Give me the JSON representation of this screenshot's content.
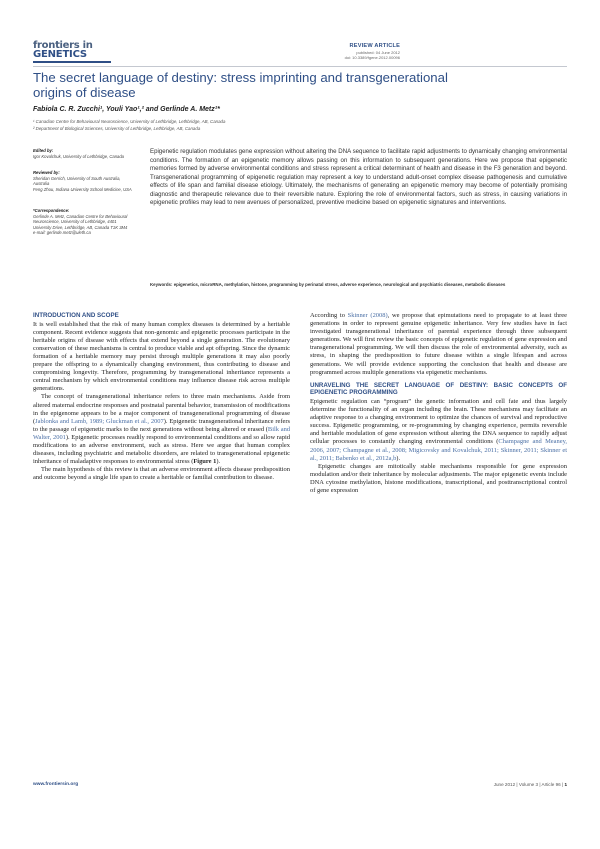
{
  "journal": {
    "logo_line1": "frontiers in",
    "logo_line2": "GENETICS"
  },
  "article": {
    "type": "REVIEW ARTICLE",
    "published": "published: 04 June 2012",
    "doi": "doi: 10.3389/fgene.2012.00096"
  },
  "title": "The secret language of destiny: stress imprinting and transgenerational origins of disease",
  "authors": "Fabiola C. R. Zucchi¹, Youli Yao¹,² and Gerlinde A. Metz¹*",
  "affiliations": [
    "¹ Canadian Centre for Behavioural Neuroscience, University of Lethbridge, Lethbridge, AB, Canada",
    "² Department of Biological Sciences, University of Lethbridge, Lethbridge, AB, Canada"
  ],
  "sidebar": {
    "edited_label": "Edited by:",
    "edited_value": "Igor Kovalchuk, University of Lethbridge, Canada",
    "reviewed_label": "Reviewed by:",
    "reviewed_value_1": "Sheridan Gerrich, University of South Australia, Australia",
    "reviewed_value_2": "Feng Zhou, Indiana University School Medicine, USA",
    "correspondence_label": "*Correspondence:",
    "correspondence_value": "Gerlinde A. Metz, Canadian Centre for Behavioural Neuroscience, University of Lethbridge, 4401 University Drive, Lethbridge, AB, Canada T1K 3M4",
    "email": "e-mail: gerlinde.metz@uleth.ca"
  },
  "abstract": "Epigenetic regulation modulates gene expression without altering the DNA sequence to facilitate rapid adjustments to dynamically changing environmental conditions. The formation of an epigenetic memory allows passing on this information to subsequent generations. Here we propose that epigenetic memories formed by adverse environmental conditions and stress represent a critical determinant of health and disease in the F3 generation and beyond. Transgenerational programming of epigenetic regulation may represent a key to understand adult-onset complex disease pathogenesis and cumulative effects of life span and familial disease etiology. Ultimately, the mechanisms of generating an epigenetic memory may become of potentially promising diagnostic and therapeutic relevance due to their reversible nature. Exploring the role of environmental factors, such as stress, in causing variations in epigenetic profiles may lead to new avenues of personalized, preventive medicine based on epigenetic signatures and interventions.",
  "keywords": {
    "label": "Keywords:",
    "text": "epigenetics, microRNA, methylation, histone, programming by perinatal stress, adverse experience, neurological and psychiatric diseases, metabolic diseases"
  },
  "left_col": {
    "heading": "INTRODUCTION AND SCOPE",
    "p1": "It is well established that the risk of many human complex diseases is determined by a heritable component. Recent evidence suggests that non-genomic and epigenetic processes participate in the heritable origins of disease with effects that extend beyond a single generation. The evolutionary conservation of these mechanisms is central to produce viable and apt offspring. Since the dynamic formation of a heritable memory may persist through multiple generations it may also poorly prepare the offspring to a dynamically changing environment, thus contributing to disease and compromising longevity. Therefore, programming by transgenerational inheritance represents a central mechanism by which environmental conditions may influence disease risk across multiple generations.",
    "p2_a": "The concept of transgenerational inheritance refers to three main mechanisms. Aside from altered maternal endocrine responses and postnatal parental behavior, transmission of modifications in the epigenome appears to be a major component of transgenerational programming of disease (",
    "p2_cite1": "Jablonka and Lamb, 1989; Gluckman et al., 2007",
    "p2_b": "). Epigenetic transgenerational inheritance refers to the passage of epigenetic marks to the next generations without being altered or erased (",
    "p2_cite2": "Bilk and Walter, 2001",
    "p2_c": "). Epigenetic processes readily respond to environmental conditions and so allow rapid modifications to an adverse environment, such as stress. Here we argue that human complex diseases, including psychiatric and metabolic disorders, are related to transgenerational epigenetic inheritance of maladaptive responses to environmental stress (",
    "p2_fig": "Figure 1",
    "p2_d": ").",
    "p3": "The main hypothesis of this review is that an adverse environment affects disease predisposition and outcome beyond a single life span to create a heritable or familial contribution to disease."
  },
  "right_col": {
    "p1_a": "According to ",
    "p1_cite": "Skinner (2008)",
    "p1_b": ", we propose that epimutations need to propagate to at least three generations in order to represent genuine epigenetic inheritance. Very few studies have in fact investigated transgenerational inheritance of parental experience through three subsequent generations. We will first review the basic concepts of epigenetic regulation of gene expression and transgenerational programming. We will then discuss the role of environmental adversity, such as stress, in shaping the predisposition to future disease within a single lifespan and across generations. We will provide evidence supporting the conclusion that health and disease are programmed across multiple generations via epigenetic mechanisms.",
    "heading": "UNRAVELING THE SECRET LANGUAGE OF DESTINY: BASIC CONCEPTS OF EPIGENETIC PROGRAMMING",
    "p2_a": "Epigenetic regulation can “program” the genetic information and cell fate and thus largely determine the functionality of an organ including the brain. These mechanisms may facilitate an adaptive response to a changing environment to optimize the chances of survival and reproductive success. Epigenetic programming, or re-programming by changing experience, permits reversible and heritable modulation of gene expression without altering the DNA sequence to rapidly adjust cellular processes to constantly changing environmental conditions (",
    "p2_cite": "Champagne and Meaney, 2006, 2007; Champagne et al., 2008; Migicovsky and Kovalchuk, 2011; Skinner, 2011; Skinner et al., 2011; Babenko et al., 2012a,b",
    "p2_b": ").",
    "p3": "Epigenetic changes are mitotically stable mechanisms responsible for gene expression modulation and/or their inheritance by molecular adjustments. The major epigenetic events include DNA cytosine methylation, histone modifications, transcriptional, and posttranscriptional control of gene expression"
  },
  "footer": {
    "url": "www.frontiersin.org",
    "info": "June 2012 | Volume 3 | Article 96 |",
    "page": "1"
  }
}
